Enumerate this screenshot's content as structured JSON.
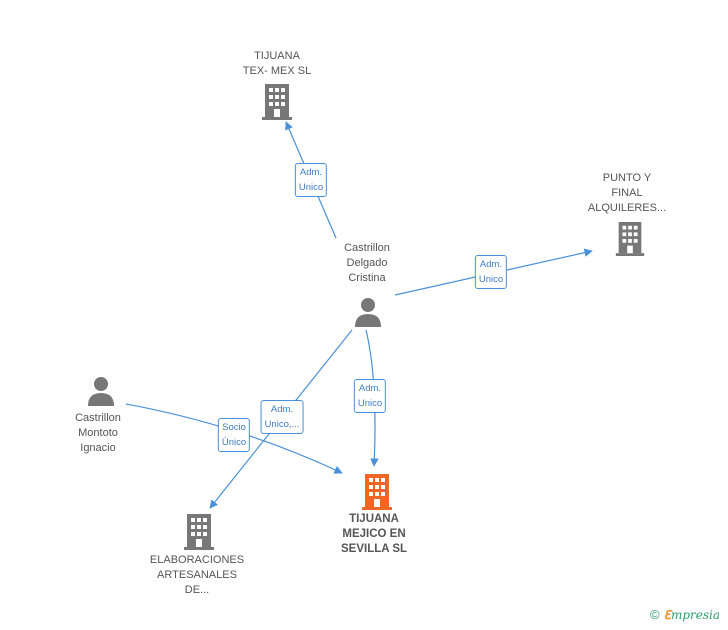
{
  "nodes": {
    "tijuana_tex": {
      "label": "TIJUANA\nTEX- MEX SL",
      "type": "company",
      "color": "#777777"
    },
    "punto_final": {
      "label": "PUNTO Y\nFINAL\nALQUILERES...",
      "type": "company",
      "color": "#777777"
    },
    "castrillon_cristina": {
      "label": "Castrillon\nDelgado\nCristina",
      "type": "person",
      "color": "#777777"
    },
    "castrillon_ignacio": {
      "label": "Castrillon\nMontoto\nIgnacio",
      "type": "person",
      "color": "#777777"
    },
    "tijuana_mejico": {
      "label": "TIJUANA\nMEJICO EN\nSEVILLA SL",
      "type": "company",
      "color": "#f26522"
    },
    "elaboraciones": {
      "label": "ELABORACIONES\nARTESANALES\nDE...",
      "type": "company",
      "color": "#777777"
    }
  },
  "edges": [
    {
      "from": "castrillon_cristina",
      "to": "tijuana_tex",
      "label": "Adm.\nUnico"
    },
    {
      "from": "castrillon_cristina",
      "to": "punto_final",
      "label": "Adm.\nUnico"
    },
    {
      "from": "castrillon_cristina",
      "to": "tijuana_mejico",
      "label": "Adm.\nUnico"
    },
    {
      "from": "castrillon_cristina",
      "to": "elaboraciones",
      "label": "Adm.\nUnico,..."
    },
    {
      "from": "castrillon_ignacio",
      "to": "tijuana_mejico",
      "label": "Socio\nÚnico"
    }
  ],
  "colors": {
    "edge": "#4a90d9",
    "icon": "#777777",
    "focus": "#f26522"
  },
  "footer": {
    "copyright_symbol": "©",
    "brand_first": "ℇ",
    "brand_rest": "mpresia"
  }
}
